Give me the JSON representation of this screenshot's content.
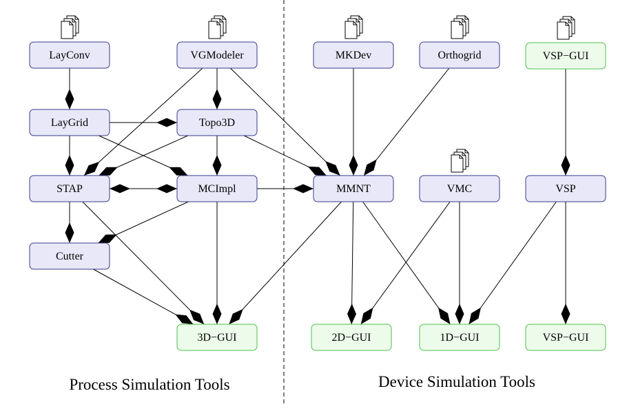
{
  "sections": {
    "left_title": "Process Simulation Tools",
    "right_title": "Device Simulation Tools"
  },
  "colors": {
    "tool_fill": "#e8e8f8",
    "tool_stroke": "#3a3a8c",
    "gui_fill": "#ecfbea",
    "gui_stroke": "#4ec04e",
    "edge": "#000000"
  },
  "nodes": {
    "layconv": {
      "label": "LayConv",
      "kind": "tool",
      "has_files": true
    },
    "vgmodeler": {
      "label": "VGModeler",
      "kind": "tool",
      "has_files": true
    },
    "mkdev": {
      "label": "MKDev",
      "kind": "tool",
      "has_files": true
    },
    "orthogrid": {
      "label": "Orthogrid",
      "kind": "tool",
      "has_files": true
    },
    "vspgui_top": {
      "label": "VSP−GUI",
      "kind": "gui",
      "has_files": true
    },
    "laygrid": {
      "label": "LayGrid",
      "kind": "tool",
      "has_files": false
    },
    "topo3d": {
      "label": "Topo3D",
      "kind": "tool",
      "has_files": false
    },
    "stap": {
      "label": "STAP",
      "kind": "tool",
      "has_files": false
    },
    "mcimpl": {
      "label": "MCImpl",
      "kind": "tool",
      "has_files": false
    },
    "mmnt": {
      "label": "MMNT",
      "kind": "tool",
      "has_files": false
    },
    "vmc": {
      "label": "VMC",
      "kind": "tool",
      "has_files": true
    },
    "vsp": {
      "label": "VSP",
      "kind": "tool",
      "has_files": false
    },
    "cutter": {
      "label": "Cutter",
      "kind": "tool",
      "has_files": false
    },
    "gui3d": {
      "label": "3D−GUI",
      "kind": "gui",
      "has_files": false
    },
    "gui2d": {
      "label": "2D−GUI",
      "kind": "gui",
      "has_files": false
    },
    "gui1d": {
      "label": "1D−GUI",
      "kind": "gui",
      "has_files": false
    },
    "vspgui_bottom": {
      "label": "VSP−GUI",
      "kind": "gui",
      "has_files": false
    }
  },
  "edges": [
    {
      "from": "layconv",
      "to": "laygrid"
    },
    {
      "from": "vgmodeler",
      "to": "topo3d"
    },
    {
      "from": "vgmodeler",
      "to": "stap"
    },
    {
      "from": "vgmodeler",
      "to": "mmnt"
    },
    {
      "from": "laygrid",
      "to": "topo3d"
    },
    {
      "from": "laygrid",
      "to": "stap"
    },
    {
      "from": "laygrid",
      "to": "mcimpl"
    },
    {
      "from": "topo3d",
      "to": "stap"
    },
    {
      "from": "topo3d",
      "to": "mcimpl"
    },
    {
      "from": "topo3d",
      "to": "mmnt"
    },
    {
      "from": "mcimpl",
      "to": "stap"
    },
    {
      "from": "stap",
      "to": "mcimpl"
    },
    {
      "from": "mcimpl",
      "to": "mmnt"
    },
    {
      "from": "mcimpl",
      "to": "cutter"
    },
    {
      "from": "stap",
      "to": "cutter"
    },
    {
      "from": "stap",
      "to": "gui3d"
    },
    {
      "from": "mcimpl",
      "to": "gui3d"
    },
    {
      "from": "cutter",
      "to": "gui3d"
    },
    {
      "from": "mmnt",
      "to": "gui3d"
    },
    {
      "from": "mkdev",
      "to": "mmnt"
    },
    {
      "from": "orthogrid",
      "to": "mmnt"
    },
    {
      "from": "mmnt",
      "to": "gui2d"
    },
    {
      "from": "mmnt",
      "to": "gui1d"
    },
    {
      "from": "vmc",
      "to": "gui2d"
    },
    {
      "from": "vmc",
      "to": "gui1d"
    },
    {
      "from": "vsp",
      "to": "gui1d"
    },
    {
      "from": "vspgui_top",
      "to": "vsp"
    },
    {
      "from": "vsp",
      "to": "vspgui_bottom"
    }
  ]
}
